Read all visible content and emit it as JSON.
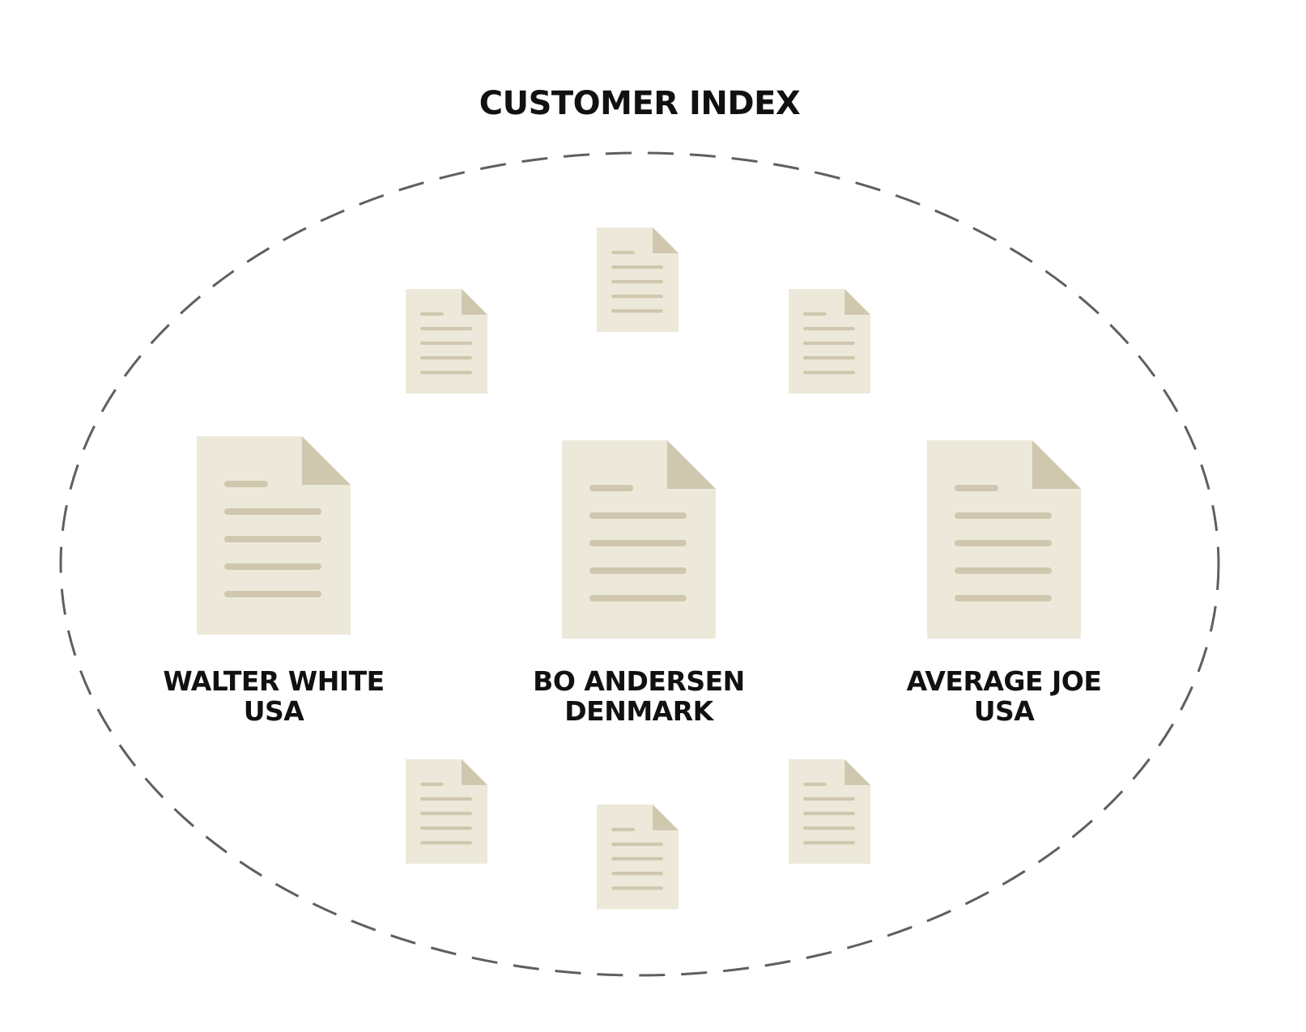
{
  "diagram": {
    "title": "CUSTOMER INDEX",
    "colors": {
      "doc_body": "#ede9da",
      "doc_fold": "#cfc8ae",
      "boundary": "#5f5f5f",
      "text": "#111111"
    },
    "featured_documents": [
      {
        "name": "WALTER WHITE",
        "country": "USA",
        "icon": "document-icon"
      },
      {
        "name": "BO ANDERSEN",
        "country": "DENMARK",
        "icon": "document-icon"
      },
      {
        "name": "AVERAGE JOE",
        "country": "USA",
        "icon": "document-icon"
      }
    ],
    "unlabeled_document_count": 6
  }
}
